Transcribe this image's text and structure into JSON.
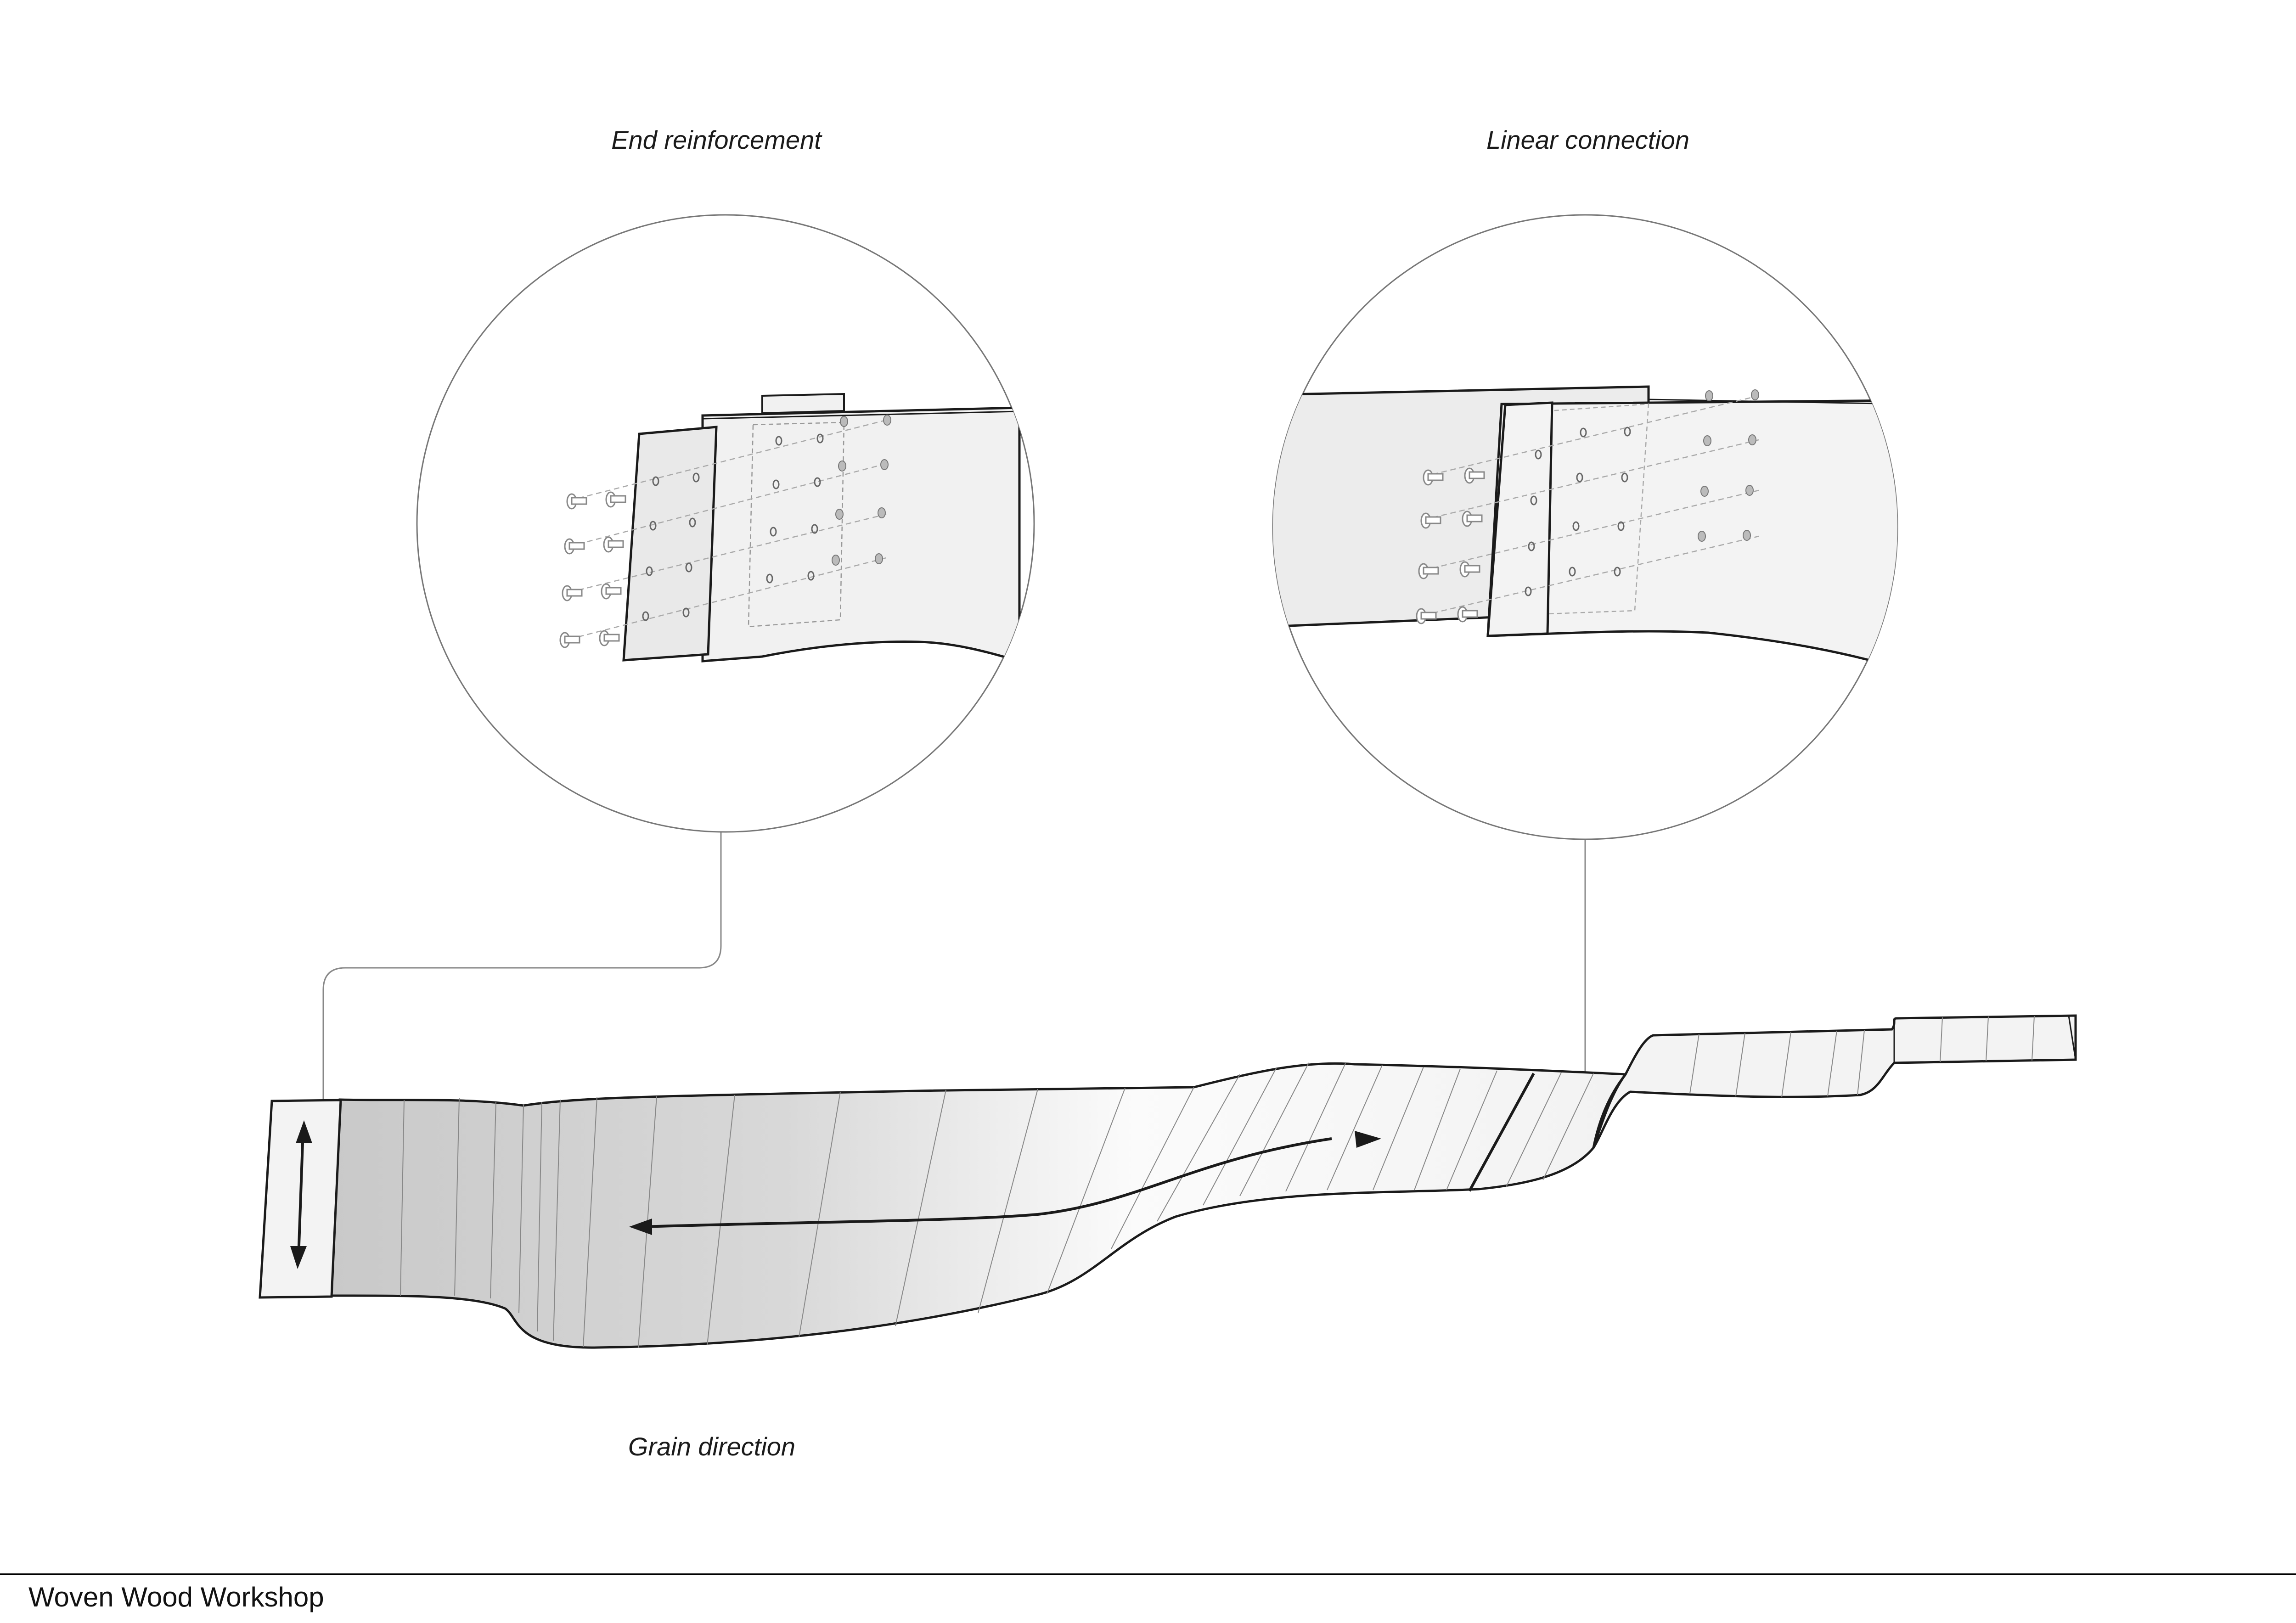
{
  "labels": {
    "end_reinforcement": "End reinforcement",
    "linear_connection": "Linear connection",
    "grain_direction": "Grain direction"
  },
  "footer": {
    "title": "Woven Wood Workshop"
  },
  "colors": {
    "stroke": "#1a1a1a",
    "thin_line": "#888888",
    "panel_fill": "#f1f1f1",
    "strip_dark": "#cfcfcf",
    "strip_light": "#fbfbfb"
  },
  "icons": {
    "grain_arrow": "double-arrow",
    "bolt": "bolt-icon"
  }
}
